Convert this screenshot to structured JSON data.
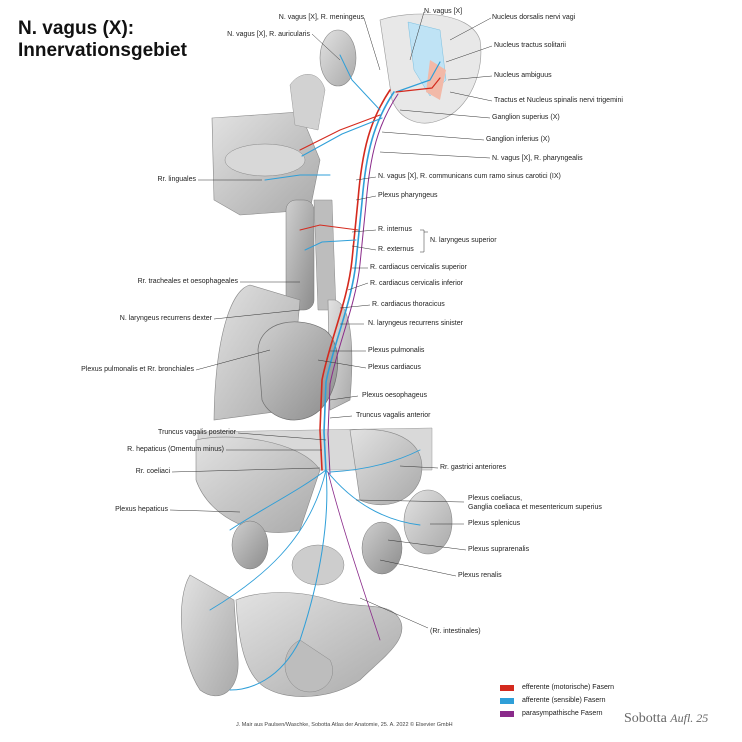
{
  "title": {
    "line1": "N. vagus (X):",
    "line2": "Innervationsgebiet"
  },
  "labels": {
    "meningeus": "N. vagus [X], R. meningeus",
    "vagus": "N. vagus [X]",
    "auricularis": "N. vagus [X], R. auricularis",
    "dorsalis": "Nucleus dorsalis nervi vagi",
    "solitarii": "Nucleus tractus solitarii",
    "ambiguus": "Nucleus ambiguus",
    "trigemini": "Tractus et Nucleus spinalis nervi trigemini",
    "gangl_sup": "Ganglion superius (X)",
    "gangl_inf": "Ganglion inferius (X)",
    "pharyngealis": "N. vagus [X], R. pharyngealis",
    "linguales": "Rr. linguales",
    "communicans": "N. vagus [X], R. communicans cum ramo sinus carotici (IX)",
    "plexus_pharyngeus": "Plexus pharyngeus",
    "r_internus": "R. internus",
    "r_externus": "R. externus",
    "laryngeus_superior": "N. laryngeus superior",
    "card_cerv_sup": "R. cardiacus cervicalis superior",
    "tracheales": "Rr. tracheales et oesophageales",
    "card_cerv_inf": "R. cardiacus cervicalis inferior",
    "card_thor": "R. cardiacus thoracicus",
    "recurrens_dexter": "N. laryngeus recurrens dexter",
    "recurrens_sinister": "N. laryngeus recurrens sinister",
    "plexus_pulmonalis": "Plexus pulmonalis",
    "pulmonalis_bronch": "Plexus pulmonalis et Rr. bronchiales",
    "plexus_cardiacus": "Plexus cardiacus",
    "plexus_oesophageus": "Plexus oesophageus",
    "truncus_anterior": "Truncus vagalis anterior",
    "truncus_posterior": "Truncus vagalis posterior",
    "hepaticus": "R. hepaticus (Omentum minus)",
    "coeliaci": "Rr. coeliaci",
    "gastrici": "Rr. gastrici anteriores",
    "plexus_hepaticus": "Plexus hepaticus",
    "coeliacus_1": "Plexus coeliacus,",
    "coeliacus_2": "Ganglia coeliaca et mesentericum superius",
    "splenicus": "Plexus splenicus",
    "suprarenalis": "Plexus suprarenalis",
    "renalis": "Plexus renalis",
    "intestinales": "(Rr. intestinales)"
  },
  "legend": {
    "items": [
      {
        "label": "efferente (motorische) Fasern",
        "color": "#d42a1e"
      },
      {
        "label": "afferente (sensible) Fasern",
        "color": "#2f9fd8"
      },
      {
        "label": "parasympathische Fasern",
        "color": "#8a2a8a"
      }
    ]
  },
  "credit": "J. Mair aus Paulsen/Waschke, Sobotta Atlas der Anatomie, 25. A. 2022 © Elsevier GmbH",
  "brand": {
    "name": "Sobotta",
    "edition": "Aufl. 25"
  },
  "colors": {
    "efferent": "#d42a1e",
    "afferent": "#2f9fd8",
    "parasympathetic": "#8a2a8a",
    "organ": "#c9c9c9"
  }
}
